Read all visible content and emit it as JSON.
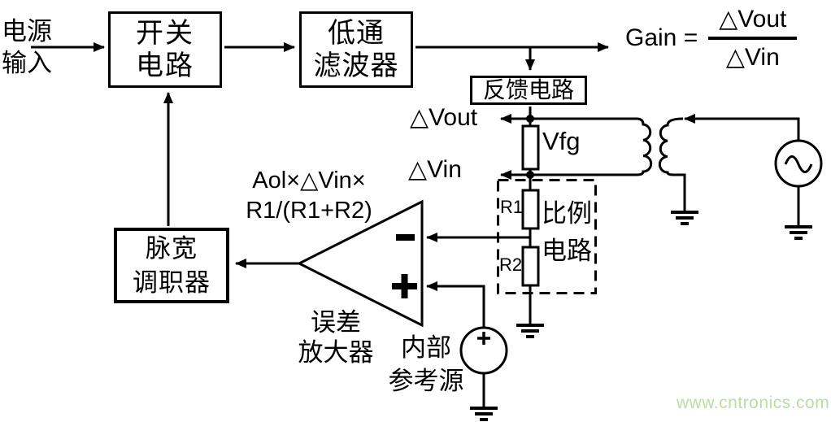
{
  "diagram": {
    "power_input": {
      "line1": "电源",
      "line2": "输入"
    },
    "blocks": {
      "switch_circuit": {
        "line1": "开关",
        "line2": "电路"
      },
      "lowpass_filter": {
        "line1": "低通",
        "line2": "滤波器"
      },
      "feedback_circuit": {
        "label": "反馈电路"
      },
      "pwm_modulator": {
        "line1": "脉宽",
        "line2": "调职器"
      },
      "proportional_circuit": {
        "line1": "比例",
        "line2": "电路"
      }
    },
    "gain_formula": {
      "lhs": "Gain =",
      "numerator": "△Vout",
      "denominator": "△Vin"
    },
    "signal_labels": {
      "delta_vout": "△Vout",
      "delta_vin": "△Vin",
      "vfg": "Vfg",
      "r1": "R1",
      "r2": "R2"
    },
    "opamp": {
      "formula_line1": "Aol×△Vin×",
      "formula_line2": "R1/(R1+R2)",
      "name_line1": "误差",
      "name_line2": "放大器"
    },
    "reference_source": {
      "name_line1": "内部",
      "name_line2": "参考源"
    },
    "line_color": "#000000"
  },
  "watermark": {
    "text": "www.cntronics.com",
    "color": "#b7dfa3"
  }
}
